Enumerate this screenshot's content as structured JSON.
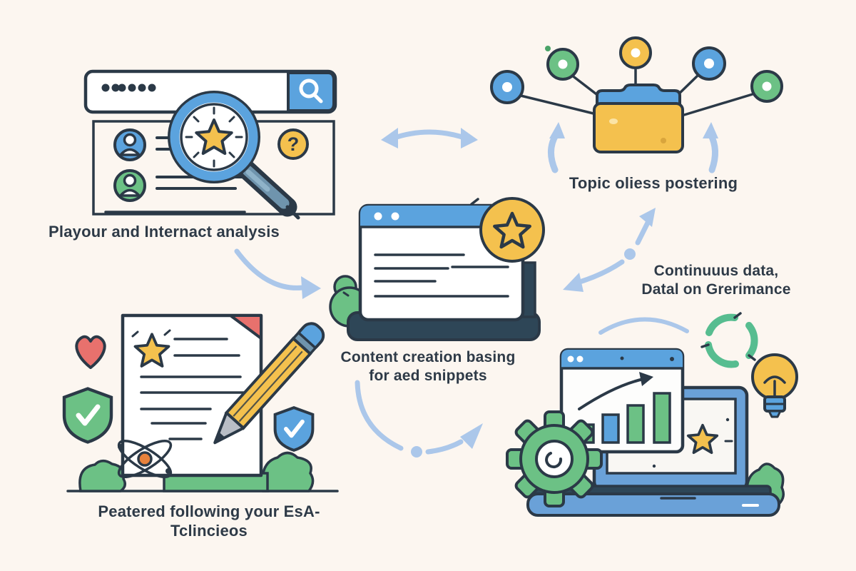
{
  "background": "#fcf6f0",
  "outline_ink": "#2b3947",
  "palette": {
    "blue": "#5ba3de",
    "laptop_blue": "#6aa1d8",
    "dark_slate": "#2e4657",
    "yellow": "#f4c14e",
    "green": "#6cc185",
    "teal_green": "#57bd90",
    "red": "#e8716d",
    "orange": "#e8823c",
    "arrow_blue": "#abc7ea",
    "steel": "#6f94ad",
    "white": "#ffffff"
  },
  "glyphs": {
    "question_mark": "?"
  },
  "steps": {
    "keyword_analysis": {
      "label": "Playour and Internact analysis"
    },
    "topic_clustering": {
      "label": "Topic oliess postering"
    },
    "content_creation": {
      "label_line1": "Content creation basing",
      "label_line2": "for aed snippets"
    },
    "eat_guidelines": {
      "label": "Peatered following your EsA-Tclincieos"
    },
    "performance": {
      "label_line1": "Continuuus data,",
      "label_line2": "Datal on Grerimance"
    }
  },
  "icons": {
    "search_illustration": [
      "search-bar",
      "search-button",
      "password-dots",
      "magnifier-with-star",
      "user-avatar-blue",
      "user-avatar-green",
      "question-badge"
    ],
    "cluster_illustration": [
      "folder",
      "node-circle-blue",
      "node-circle-green",
      "node-circle-yellow",
      "up-arrows"
    ],
    "content_illustration": [
      "browser-window",
      "star-badge",
      "bush",
      "text-lines"
    ],
    "document_illustration": [
      "document",
      "folded-corner",
      "pencil",
      "heart",
      "shield-check-green",
      "shield-check-blue",
      "atom",
      "star",
      "bushes",
      "ground-line"
    ],
    "performance_illustration": [
      "laptop",
      "bar-chart-window",
      "trend-arrow",
      "gear",
      "refresh-cycle",
      "lightbulb",
      "bush"
    ]
  }
}
